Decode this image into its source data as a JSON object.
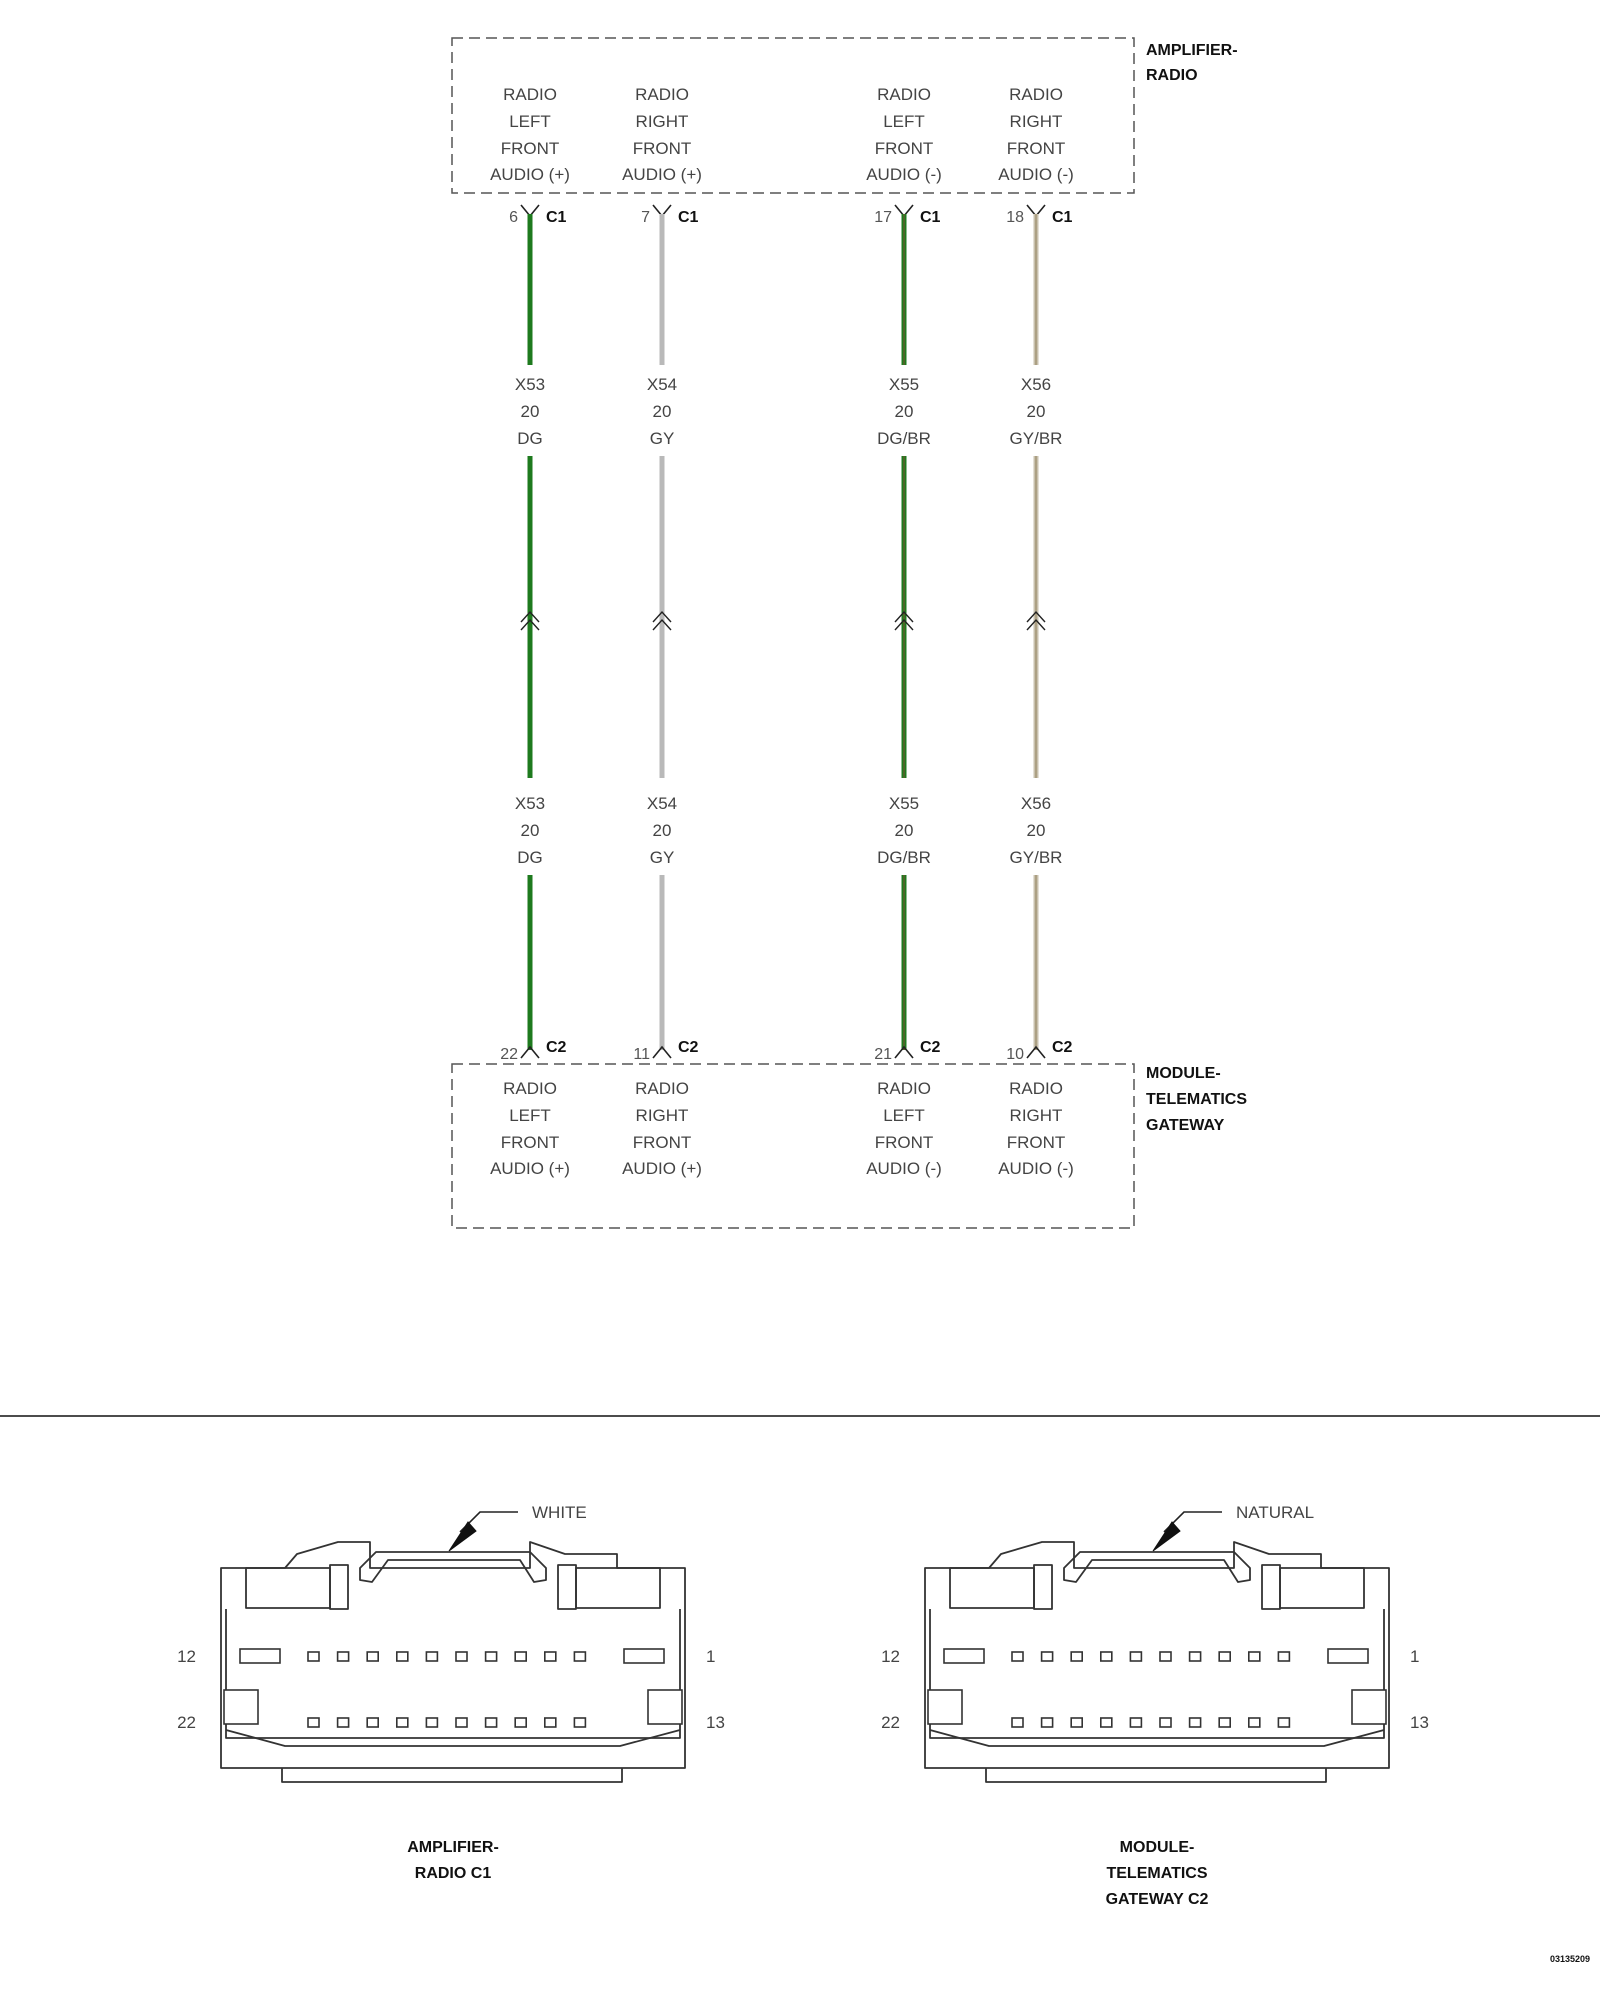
{
  "modules": {
    "top": {
      "name_line1": "AMPLIFIER-",
      "name_line2": "RADIO"
    },
    "bottom": {
      "name_line1": "MODULE-",
      "name_line2": "TELEMATICS",
      "name_line3": "GATEWAY"
    }
  },
  "circuits": [
    {
      "top_label": [
        "RADIO",
        "LEFT",
        "FRONT",
        "AUDIO (+)"
      ],
      "top_pin": "6",
      "top_connector": "C1",
      "wire_id": "X53",
      "gauge": "20",
      "color_code": "DG",
      "bottom_pin": "22",
      "bottom_connector": "C2",
      "bottom_label": [
        "RADIO",
        "LEFT",
        "FRONT",
        "AUDIO (+)"
      ],
      "wire_color": "#1e7a1e",
      "stripe_color": ""
    },
    {
      "top_label": [
        "RADIO",
        "RIGHT",
        "FRONT",
        "AUDIO (+)"
      ],
      "top_pin": "7",
      "top_connector": "C1",
      "wire_id": "X54",
      "gauge": "20",
      "color_code": "GY",
      "bottom_pin": "11",
      "bottom_connector": "C2",
      "bottom_label": [
        "RADIO",
        "RIGHT",
        "FRONT",
        "AUDIO (+)"
      ],
      "wire_color": "#b9b9b9",
      "stripe_color": ""
    },
    {
      "top_label": [
        "RADIO",
        "LEFT",
        "FRONT",
        "AUDIO (-)"
      ],
      "top_pin": "17",
      "top_connector": "C1",
      "wire_id": "X55",
      "gauge": "20",
      "color_code": "DG/BR",
      "bottom_pin": "21",
      "bottom_connector": "C2",
      "bottom_label": [
        "RADIO",
        "LEFT",
        "FRONT",
        "AUDIO (-)"
      ],
      "wire_color": "#1e7a1e",
      "stripe_color": "#6b5a2e"
    },
    {
      "top_label": [
        "RADIO",
        "RIGHT",
        "FRONT",
        "AUDIO (-)"
      ],
      "top_pin": "18",
      "top_connector": "C1",
      "wire_id": "X56",
      "gauge": "20",
      "color_code": "GY/BR",
      "bottom_pin": "10",
      "bottom_connector": "C2",
      "bottom_label": [
        "RADIO",
        "RIGHT",
        "FRONT",
        "AUDIO (-)"
      ],
      "wire_color": "#c8c0ad",
      "stripe_color": "#9a8a68"
    }
  ],
  "connector_views": [
    {
      "color_label": "WHITE",
      "pin_top_left": "12",
      "pin_top_right": "1",
      "pin_bottom_left": "22",
      "pin_bottom_right": "13",
      "caption_line1": "AMPLIFIER-",
      "caption_line2": "RADIO C1",
      "caption_line3": ""
    },
    {
      "color_label": "NATURAL",
      "pin_top_left": "12",
      "pin_top_right": "1",
      "pin_bottom_left": "22",
      "pin_bottom_right": "13",
      "caption_line1": "MODULE-",
      "caption_line2": "TELEMATICS",
      "caption_line3": "GATEWAY C2"
    }
  ],
  "figure_number": "03135209"
}
